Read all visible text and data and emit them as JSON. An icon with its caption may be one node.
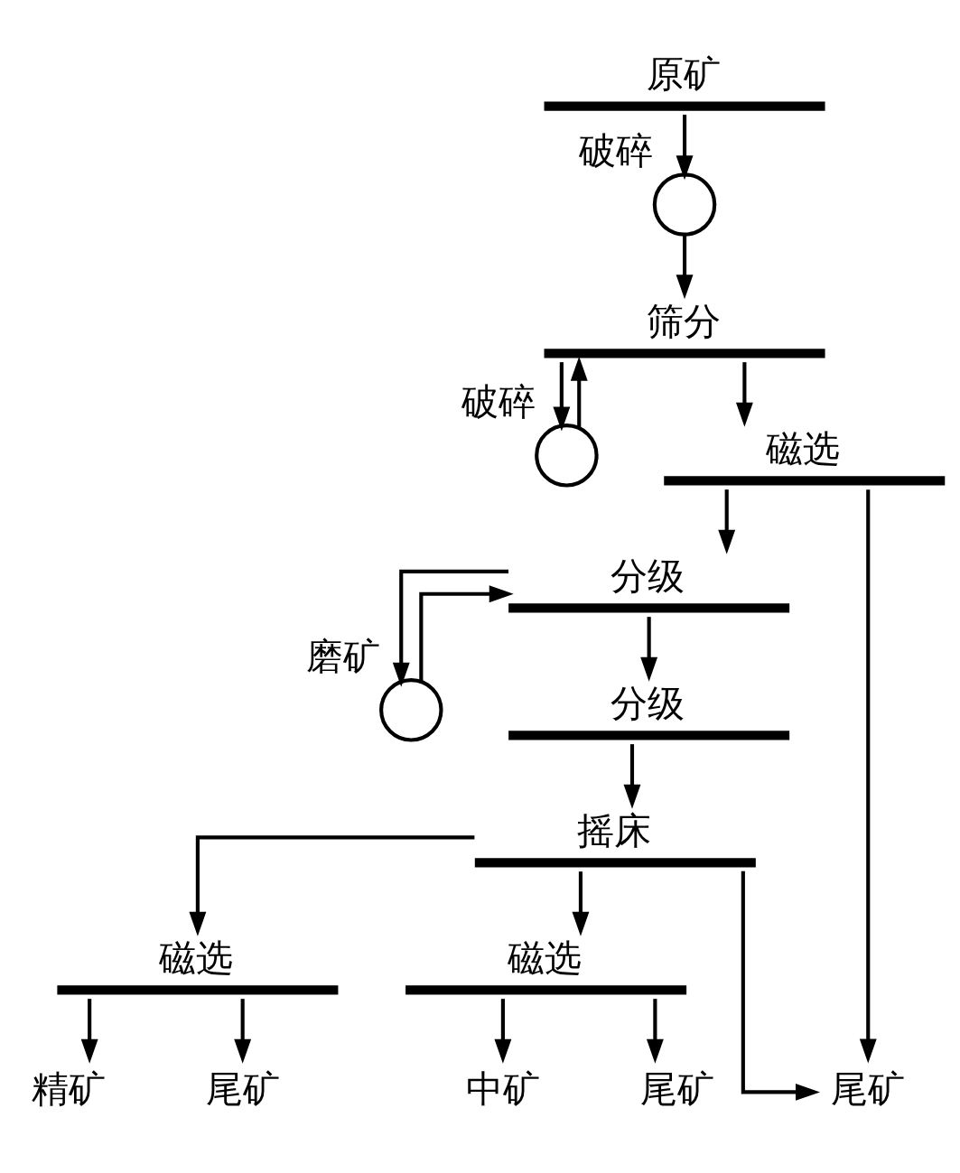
{
  "diagram": {
    "nodes": [
      {
        "text": [
          "原矿"
        ]
      },
      {
        "text": [
          "破碎"
        ]
      },
      {
        "text": [
          "筛分"
        ]
      },
      {
        "text": [
          "破碎"
        ]
      },
      {
        "text": [
          "磁选"
        ]
      },
      {
        "text": [
          "分级"
        ]
      },
      {
        "text": [
          "磨矿"
        ]
      },
      {
        "text": [
          "分级"
        ]
      },
      {
        "text": [
          "摇床"
        ]
      },
      {
        "text": [
          "磁选"
        ]
      },
      {
        "text": [
          "磁选"
        ]
      },
      {
        "text": [
          "精矿"
        ]
      },
      {
        "text": [
          "尾矿"
        ]
      },
      {
        "text": [
          "中矿"
        ]
      },
      {
        "text": [
          "尾矿"
        ]
      },
      {
        "text": [
          "尾矿"
        ]
      }
    ],
    "edges": [
      {
        "from": 0,
        "to": 1,
        "arrow": "to"
      },
      {
        "from": 1,
        "to": 2,
        "arrow": "to"
      },
      {
        "from": 2,
        "to": 4,
        "arrow": "to"
      },
      {
        "from": 2,
        "to": 3,
        "arrow": "to"
      },
      {
        "from": 3,
        "to": 2,
        "arrow": "to"
      },
      {
        "from": 4,
        "to": 5,
        "arrow": "to"
      },
      {
        "from": 4,
        "to": 15,
        "arrow": "to"
      },
      {
        "from": 5,
        "to": 7,
        "arrow": "to"
      },
      {
        "from": 5,
        "to": 6,
        "arrow": "to"
      },
      {
        "from": 6,
        "to": 5,
        "arrow": "to"
      },
      {
        "from": 7,
        "to": 8,
        "arrow": "to"
      },
      {
        "from": 8,
        "to": 9,
        "arrow": "to"
      },
      {
        "from": 8,
        "to": 10,
        "arrow": "to"
      },
      {
        "from": 8,
        "to": 15,
        "arrow": "to"
      },
      {
        "from": 9,
        "to": 11,
        "arrow": "to"
      },
      {
        "from": 9,
        "to": 12,
        "arrow": "to"
      },
      {
        "from": 10,
        "to": 13,
        "arrow": "to"
      },
      {
        "from": 10,
        "to": 14,
        "arrow": "to"
      }
    ]
  }
}
